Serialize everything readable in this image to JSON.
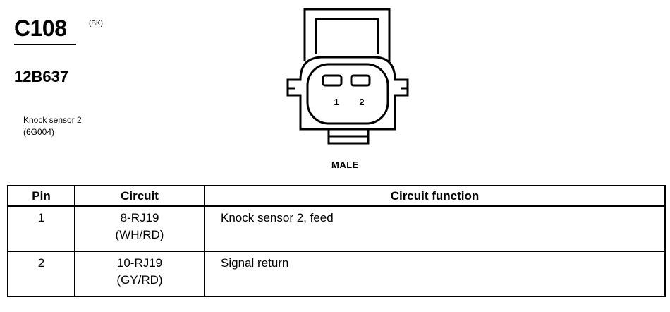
{
  "connector": {
    "id": "C108",
    "color_code": "(BK)",
    "part_number": "12B637",
    "component_name": "Knock sensor 2",
    "component_code": "(6G004)",
    "gender": "MALE",
    "pin_labels": [
      "1",
      "2"
    ]
  },
  "table": {
    "headers": [
      "Pin",
      "Circuit",
      "Circuit function"
    ],
    "rows": [
      {
        "pin": "1",
        "circuit": "8-RJ19",
        "wire_color": "(WH/RD)",
        "function": "Knock sensor 2, feed"
      },
      {
        "pin": "2",
        "circuit": "10-RJ19",
        "wire_color": "(GY/RD)",
        "function": "Signal return"
      }
    ]
  }
}
